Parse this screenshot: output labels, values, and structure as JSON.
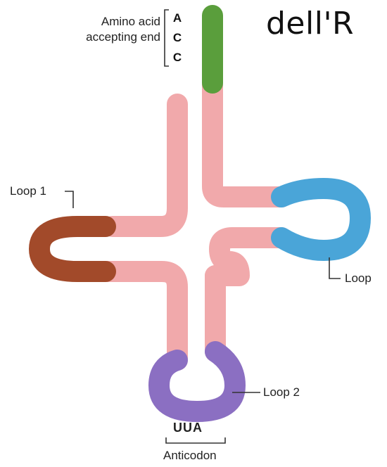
{
  "title": "dell'R",
  "acceptor_end": {
    "label_line1": "Amino acid",
    "label_line2": "accepting end",
    "bases": [
      "A",
      "C",
      "C"
    ]
  },
  "loops": {
    "loop1": "Loop 1",
    "loop2": "Loop 2",
    "loop3": "Loop"
  },
  "anticodon": {
    "bases": "UUA",
    "label": "Anticodon"
  },
  "colors": {
    "stem": "#f1a9ab",
    "acceptor": "#5a9e3c",
    "loop1": "#a24a2a",
    "loop2": "#8b6fc2",
    "loop3": "#4aa5d8"
  }
}
